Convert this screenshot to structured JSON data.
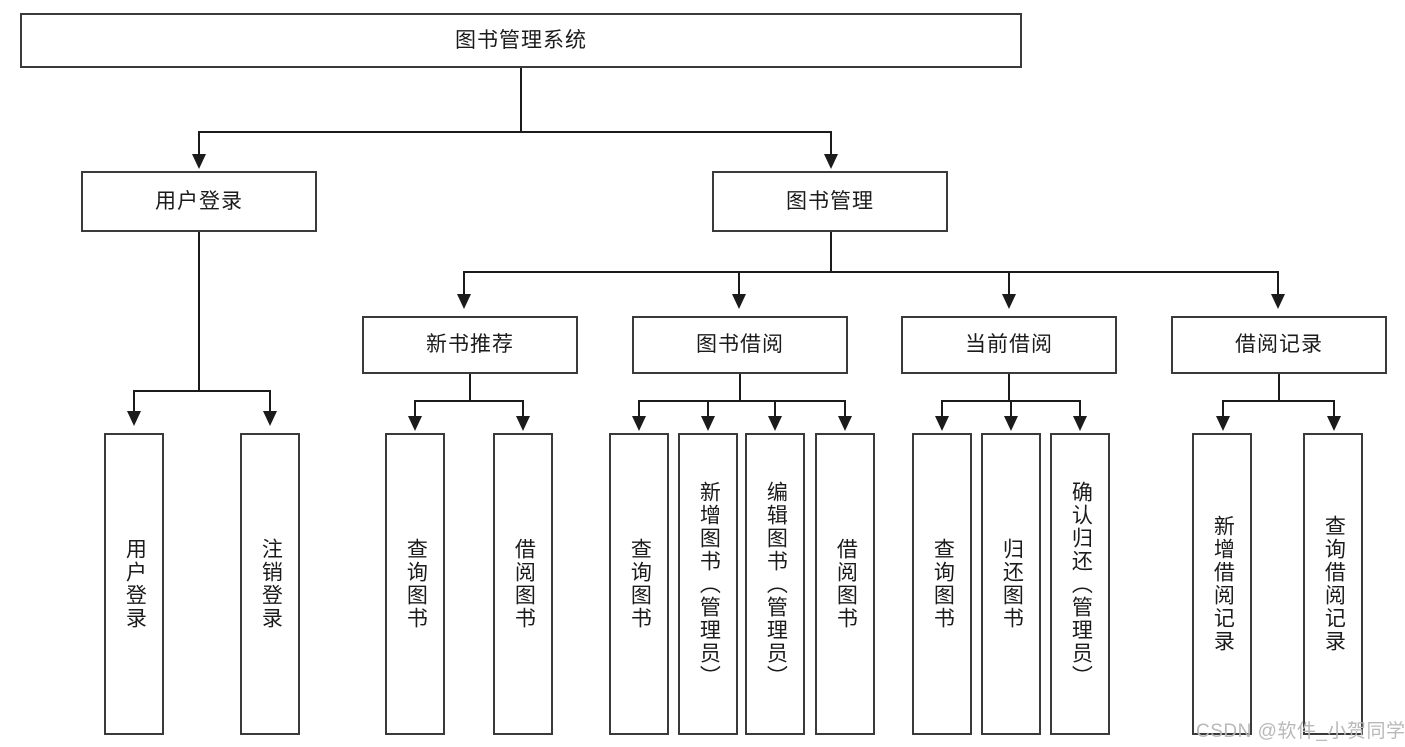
{
  "diagram": {
    "type": "hierarchy-tree",
    "title": "图书管理系统",
    "root": {
      "label": "图书管理系统",
      "orientation": "horizontal"
    },
    "level2": [
      {
        "label": "用户登录",
        "orientation": "horizontal"
      },
      {
        "label": "图书管理",
        "orientation": "horizontal"
      }
    ],
    "level3": [
      {
        "label": "新书推荐",
        "orientation": "horizontal",
        "parent": "图书管理"
      },
      {
        "label": "图书借阅",
        "orientation": "horizontal",
        "parent": "图书管理"
      },
      {
        "label": "当前借阅",
        "orientation": "horizontal",
        "parent": "图书管理"
      },
      {
        "label": "借阅记录",
        "orientation": "horizontal",
        "parent": "图书管理"
      }
    ],
    "leaves": [
      {
        "label": "用户登录",
        "parent": "用户登录",
        "orientation": "vertical"
      },
      {
        "label": "注销登录",
        "parent": "用户登录",
        "orientation": "vertical"
      },
      {
        "label": "查询图书",
        "parent": "新书推荐",
        "orientation": "vertical"
      },
      {
        "label": "借阅图书",
        "parent": "新书推荐",
        "orientation": "vertical"
      },
      {
        "label": "查询图书",
        "parent": "图书借阅",
        "orientation": "vertical"
      },
      {
        "label": "新增图书（管理员）",
        "parent": "图书借阅",
        "orientation": "vertical"
      },
      {
        "label": "编辑图书（管理员）",
        "parent": "图书借阅",
        "orientation": "vertical"
      },
      {
        "label": "借阅图书",
        "parent": "图书借阅",
        "orientation": "vertical"
      },
      {
        "label": "查询图书",
        "parent": "当前借阅",
        "orientation": "vertical"
      },
      {
        "label": "归还图书",
        "parent": "当前借阅",
        "orientation": "vertical"
      },
      {
        "label": "确认归还（管理员）",
        "parent": "当前借阅",
        "orientation": "vertical"
      },
      {
        "label": "新增借阅记录",
        "parent": "借阅记录",
        "orientation": "vertical"
      },
      {
        "label": "查询借阅记录",
        "parent": "借阅记录",
        "orientation": "vertical"
      }
    ]
  },
  "watermark": {
    "text": "CSDN @软件_小贺同学"
  },
  "colors": {
    "stroke": "#1b1b1b",
    "box_border": "#3a3a3a",
    "background": "#ffffff",
    "watermark": "#b9b9b9"
  }
}
